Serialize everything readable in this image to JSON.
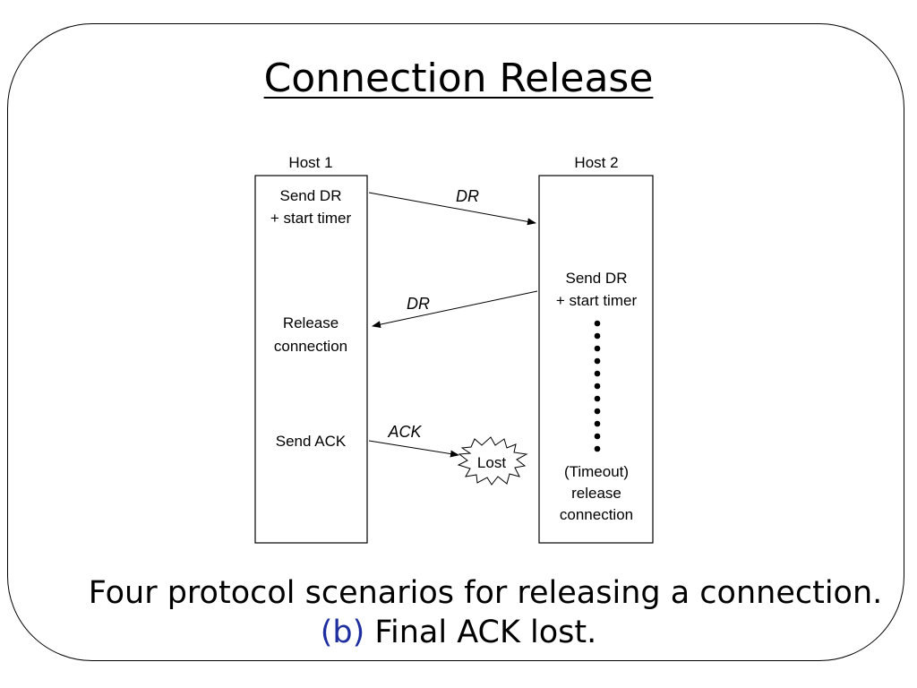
{
  "title": "Connection Release",
  "hosts": {
    "host1": "Host 1",
    "host2": "Host 2"
  },
  "host1_events": {
    "send_dr_1": "Send DR",
    "send_dr_2": "+ start timer",
    "release_1": "Release",
    "release_2": "connection",
    "send_ack": "Send ACK"
  },
  "host2_events": {
    "send_dr_1": "Send DR",
    "send_dr_2": "+ start timer",
    "timeout_1": "(Timeout)",
    "timeout_2": "release",
    "timeout_3": "connection"
  },
  "messages": {
    "dr_forward": "DR",
    "dr_back": "DR",
    "ack": "ACK",
    "lost": "Lost"
  },
  "caption": {
    "line1": "Four protocol scenarios for releasing a connection.",
    "label": "(b)",
    "line2": "Final ACK lost."
  },
  "colors": {
    "accent": "#1f2fa0",
    "line": "#000000"
  }
}
